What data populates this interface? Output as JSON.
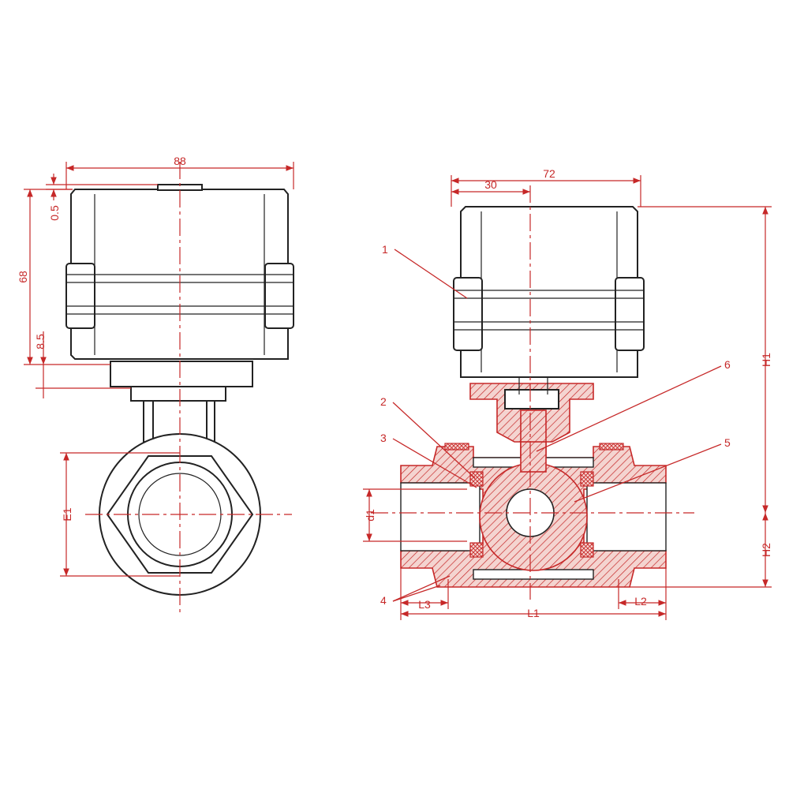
{
  "colors": {
    "dimension": "#c62828",
    "outline": "#222222",
    "background": "#ffffff"
  },
  "side_view": {
    "width": "88",
    "dim_top_gap": "0.5",
    "height": "68",
    "dim_bottom": "8.5",
    "pipe_size": "E1"
  },
  "front_view": {
    "width": "72",
    "offset": "30",
    "total_height": "H1",
    "lower_height": "H2",
    "bore": "d1",
    "length": "L1",
    "end_left": "L3",
    "end_right": "L2"
  },
  "callouts": [
    "1",
    "2",
    "3",
    "4",
    "5",
    "6"
  ]
}
